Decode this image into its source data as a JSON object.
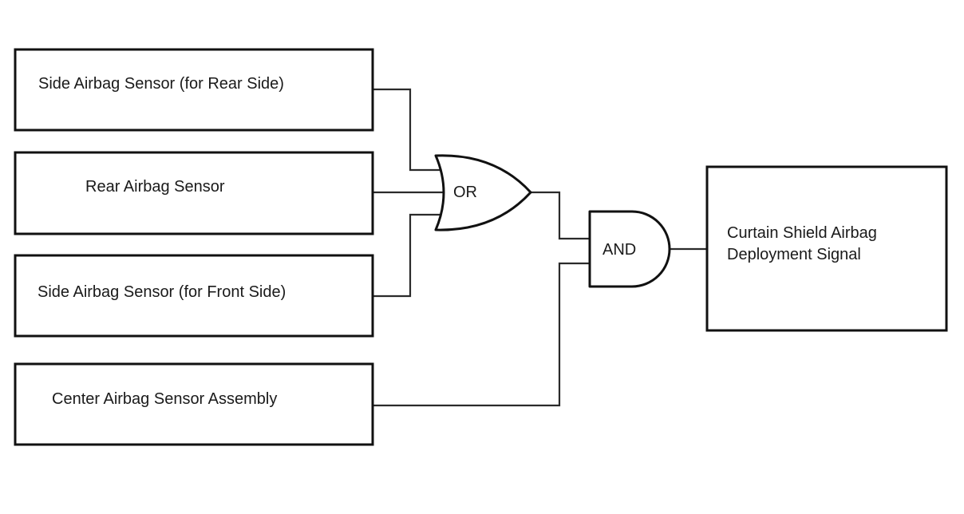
{
  "diagram": {
    "type": "logic-flow",
    "inputs": [
      {
        "id": "side-rear",
        "label": "Side Airbag Sensor (for Rear Side)"
      },
      {
        "id": "rear",
        "label": "Rear Airbag Sensor"
      },
      {
        "id": "side-front",
        "label": "Side Airbag Sensor (for Front Side)"
      },
      {
        "id": "center",
        "label": "Center Airbag Sensor Assembly"
      }
    ],
    "gates": {
      "or": {
        "label": "OR",
        "inputs": [
          "side-rear",
          "rear",
          "side-front"
        ]
      },
      "and": {
        "label": "AND",
        "inputs": [
          "or",
          "center"
        ]
      }
    },
    "output": {
      "label_line1": "Curtain Shield Airbag",
      "label_line2": "Deployment Signal",
      "input": "and"
    }
  }
}
